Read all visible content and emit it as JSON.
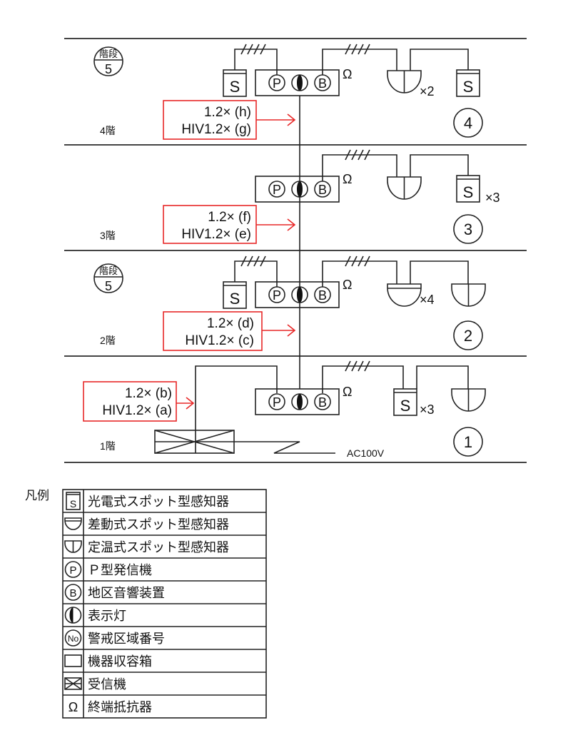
{
  "floors": [
    {
      "label": "4階",
      "zone": "4",
      "cable_line1": "1.2× (h)",
      "cable_line2": "HIV1.2× (g)",
      "count_a": "×2",
      "stair": true
    },
    {
      "label": "3階",
      "zone": "3",
      "cable_line1": "1.2× (f)",
      "cable_line2": "HIV1.2× (e)",
      "count_a": "×3",
      "stair": false
    },
    {
      "label": "2階",
      "zone": "2",
      "cable_line1": "1.2× (d)",
      "cable_line2": "HIV1.2× (c)",
      "count_a": "×4",
      "stair": true
    },
    {
      "label": "1階",
      "zone": "1",
      "cable_line1": "1.2× (b)",
      "cable_line2": "HIV1.2× (a)",
      "count_a": "×3",
      "stair": false
    }
  ],
  "stair": {
    "top": "階段",
    "num": "5"
  },
  "symbols": {
    "smoke": "S",
    "p": "P",
    "b": "B",
    "omega": "Ω",
    "no": "No"
  },
  "power_label": "AC100V",
  "legend": {
    "title": "凡例",
    "items": [
      {
        "icon": "smoke-detector",
        "label": "光電式スポット型感知器"
      },
      {
        "icon": "rate-of-rise-detector",
        "label": "差動式スポット型感知器"
      },
      {
        "icon": "fixed-temp-detector",
        "label": "定温式スポット型感知器"
      },
      {
        "icon": "p-transmitter",
        "label": "Ｐ型発信機"
      },
      {
        "icon": "bell",
        "label": "地区音響装置"
      },
      {
        "icon": "indicator-lamp",
        "label": "表示灯"
      },
      {
        "icon": "zone-number",
        "label": "警戒区域番号"
      },
      {
        "icon": "equipment-box",
        "label": "機器収容箱"
      },
      {
        "icon": "receiver",
        "label": "受信機"
      },
      {
        "icon": "terminal-resistor",
        "label": "終端抵抗器"
      }
    ]
  },
  "colors": {
    "annotation": "#e82828",
    "line": "#222222"
  }
}
